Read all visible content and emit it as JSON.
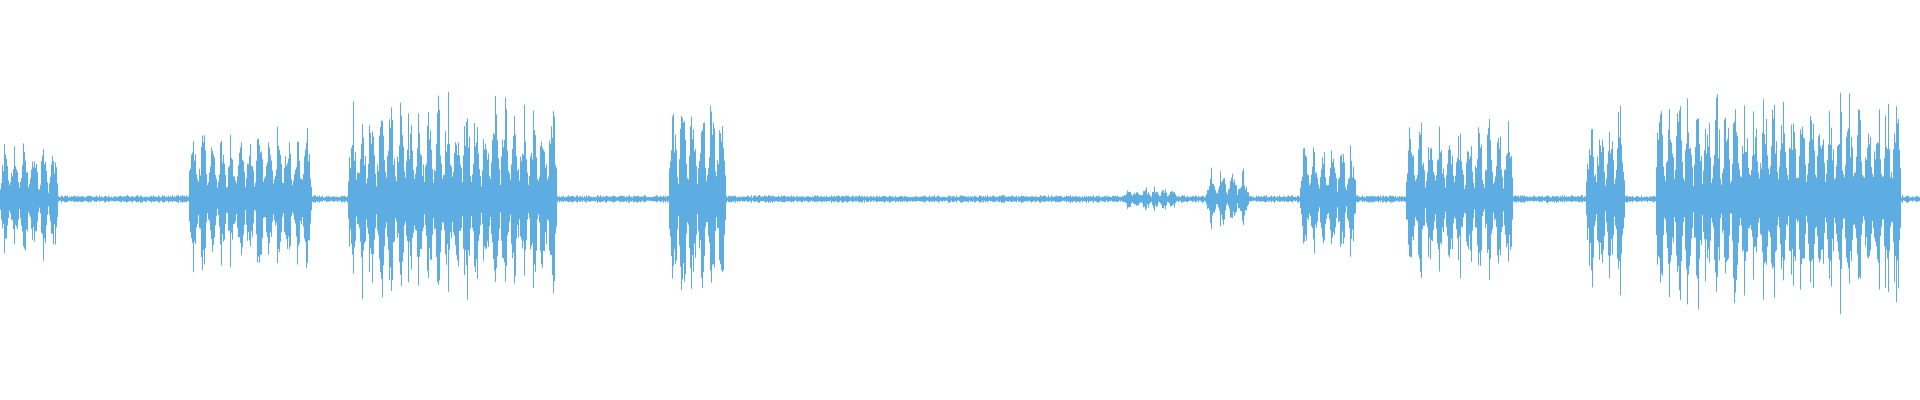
{
  "waveform": {
    "color": "#5dade2",
    "background": "#ffffff",
    "duration_fraction_segments": [
      {
        "start": 0.0,
        "end": 0.03,
        "peak": 0.55
      },
      {
        "start": 0.098,
        "end": 0.162,
        "peak": 0.7
      },
      {
        "start": 0.181,
        "end": 0.29,
        "peak": 0.95
      },
      {
        "start": 0.348,
        "end": 0.378,
        "peak": 0.95
      },
      {
        "start": 0.585,
        "end": 0.613,
        "peak": 0.12
      },
      {
        "start": 0.628,
        "end": 0.65,
        "peak": 0.28
      },
      {
        "start": 0.677,
        "end": 0.706,
        "peak": 0.55
      },
      {
        "start": 0.732,
        "end": 0.788,
        "peak": 0.75
      },
      {
        "start": 0.826,
        "end": 0.846,
        "peak": 0.9
      },
      {
        "start": 0.862,
        "end": 0.99,
        "peak": 1.0
      }
    ]
  }
}
